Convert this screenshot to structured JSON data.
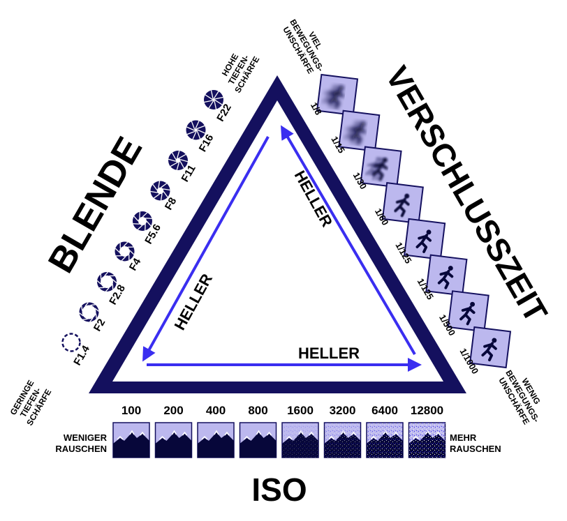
{
  "titles": {
    "aperture": "BLENDE",
    "shutter": "VERSCHLUSSZEIT",
    "iso": "ISO"
  },
  "arrows": {
    "left": "HELLER",
    "right": "HELLER",
    "bottom": "HELLER"
  },
  "aperture": {
    "stops": [
      "F1.4",
      "F2",
      "F2.8",
      "F4",
      "F5.6",
      "F8",
      "F11",
      "F16",
      "F22"
    ],
    "low_end": [
      "GERINGE",
      "TIEFEN-",
      "SCHÄRFE"
    ],
    "high_end": [
      "HOHE",
      "TIEFEN-",
      "SCHÄRFE"
    ]
  },
  "shutter": {
    "speeds": [
      "1/8",
      "1/15",
      "1/30",
      "1/60",
      "1/125",
      "1/125",
      "1/500",
      "1/1000"
    ],
    "slow_end": [
      "VIEL",
      "BEWEGUNGS-",
      "UNSCHÄRFE"
    ],
    "fast_end": [
      "WENIG",
      "BEWEGUNGS-",
      "UNSCHÄRFE"
    ]
  },
  "iso": {
    "values": [
      "100",
      "200",
      "400",
      "800",
      "1600",
      "3200",
      "6400",
      "12800"
    ],
    "low_end": [
      "WENIGER",
      "RAUSCHEN"
    ],
    "high_end": [
      "MEHR",
      "RAUSCHEN"
    ]
  },
  "colors": {
    "navy": "#14105e",
    "arrow_blue": "#3a2ef0",
    "panel_blue": "#bcb8ee",
    "icon_dark": "#07073a"
  }
}
